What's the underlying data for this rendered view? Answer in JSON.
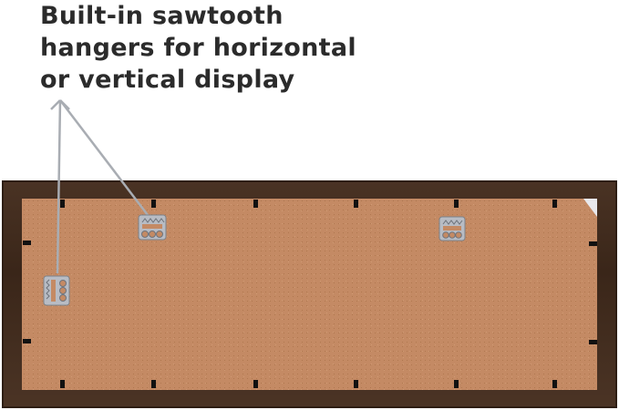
{
  "caption": {
    "lines": [
      "Built-in sawtooth",
      "hangers for horizontal",
      "or vertical display"
    ]
  },
  "colors": {
    "frame": "#3f2a1d",
    "backing": "#c48a64",
    "hanger": "#b8bcc4",
    "callout_line": "#a9adb3",
    "text": "#2b2b2b"
  }
}
